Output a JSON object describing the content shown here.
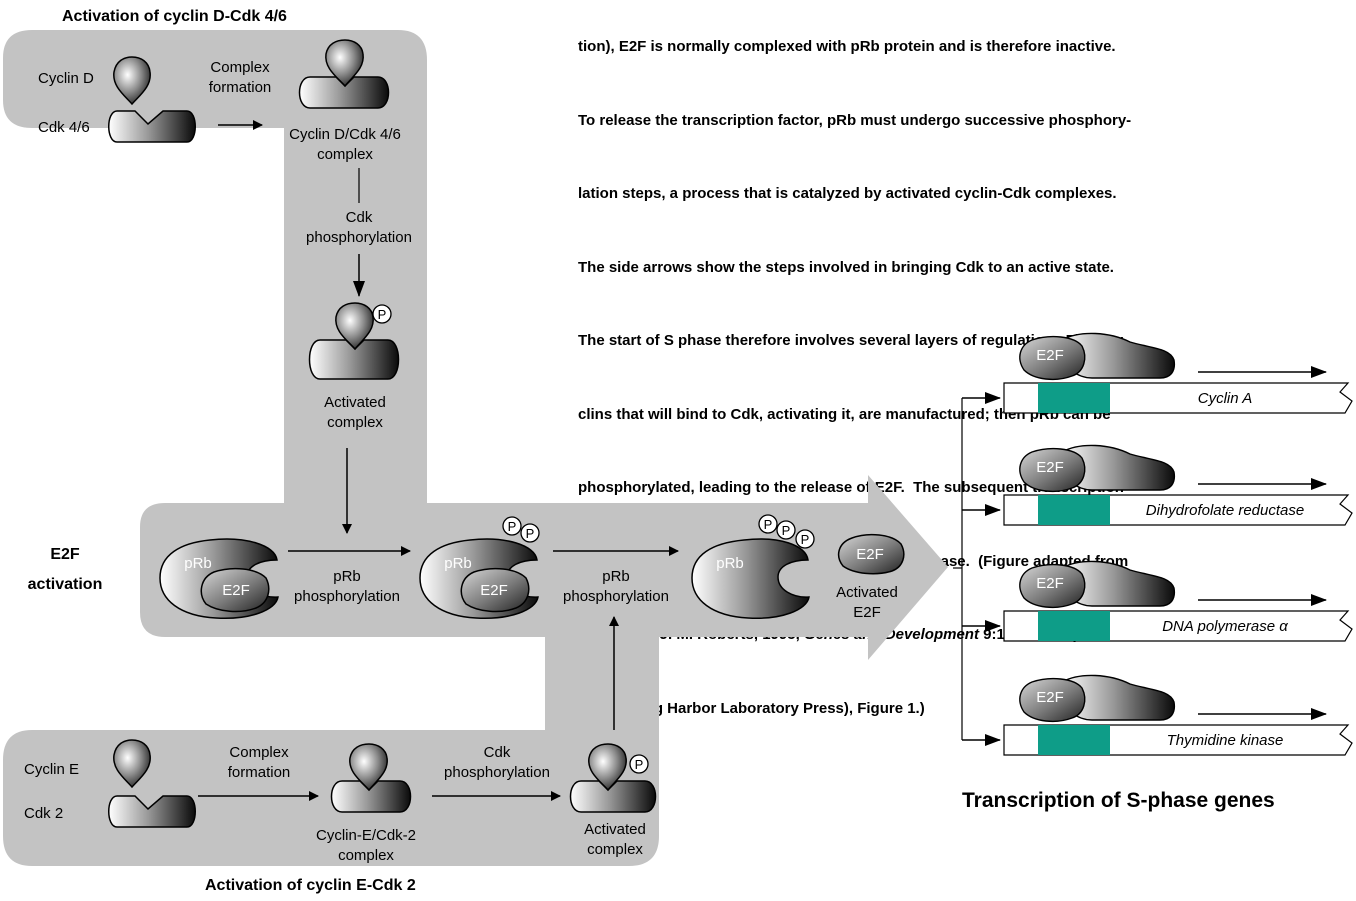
{
  "titles": {
    "cyclin_d": "Activation of cyclin D-Cdk 4/6",
    "e2f_activation_line1": "E2F",
    "e2f_activation_line2": "activation",
    "cyclin_e": "Activation of cyclin E-Cdk 2",
    "transcription": "Transcription of S-phase genes"
  },
  "caption": {
    "lines": [
      "tion), E2F is normally complexed with pRb protein and is therefore inactive.",
      "To release the transcription factor, pRb must undergo successive phosphory-",
      "lation steps, a process that is catalyzed by activated cyclin-Cdk complexes.",
      "The side arrows show the steps involved in bringing Cdk to an active state.",
      "The start of S phase therefore involves several layers of regulation.  First, cy-",
      "clins that will bind to Cdk, activating it, are manufactured; then pRb can be",
      "phosphorylated, leading to the release of E2F.  The subsequent transcription",
      "of S-phase genes advances the cell cycle into S phase.  (Figure adapted from"
    ],
    "ref_pre": "C. She and J. M. Roberts, 1995, ",
    "ref_journal": "Genes and Development",
    "ref_post": " 9:1149-1163 (© 1995",
    "ref_last": "Cold Spring Harbor Laboratory Press), Figure 1.)"
  },
  "top": {
    "cyclin_d": "Cyclin D",
    "cdk46": "Cdk 4/6",
    "complex_formation_1": "Complex",
    "complex_formation_2": "formation",
    "complex_label_1": "Cyclin D/Cdk 4/6",
    "complex_label_2": "complex",
    "cdk_phos_1": "Cdk",
    "cdk_phos_2": "phosphorylation",
    "activated_1": "Activated",
    "activated_2": "complex"
  },
  "middle": {
    "prb": "pRb",
    "e2f": "E2F",
    "prb_phos_1": "pRb",
    "prb_phos_2": "phosphorylation",
    "activated_e2f_1": "Activated",
    "activated_e2f_2": "E2F",
    "p": "P"
  },
  "bottom": {
    "cyclin_e": "Cyclin E",
    "cdk2": "Cdk 2",
    "complex_formation_1": "Complex",
    "complex_formation_2": "formation",
    "cdk_phos_1": "Cdk",
    "cdk_phos_2": "phosphorylation",
    "complex_label_1": "Cyclin-E/Cdk-2",
    "complex_label_2": "complex",
    "activated_1": "Activated",
    "activated_2": "complex"
  },
  "genes": [
    {
      "name": "Cyclin A"
    },
    {
      "name": "Dihydrofolate reductase"
    },
    {
      "name": "DNA polymerase α"
    },
    {
      "name": "Thymidine kinase"
    }
  ],
  "colors": {
    "band": "#c3c3c3",
    "promoter": "#0e9d88"
  }
}
